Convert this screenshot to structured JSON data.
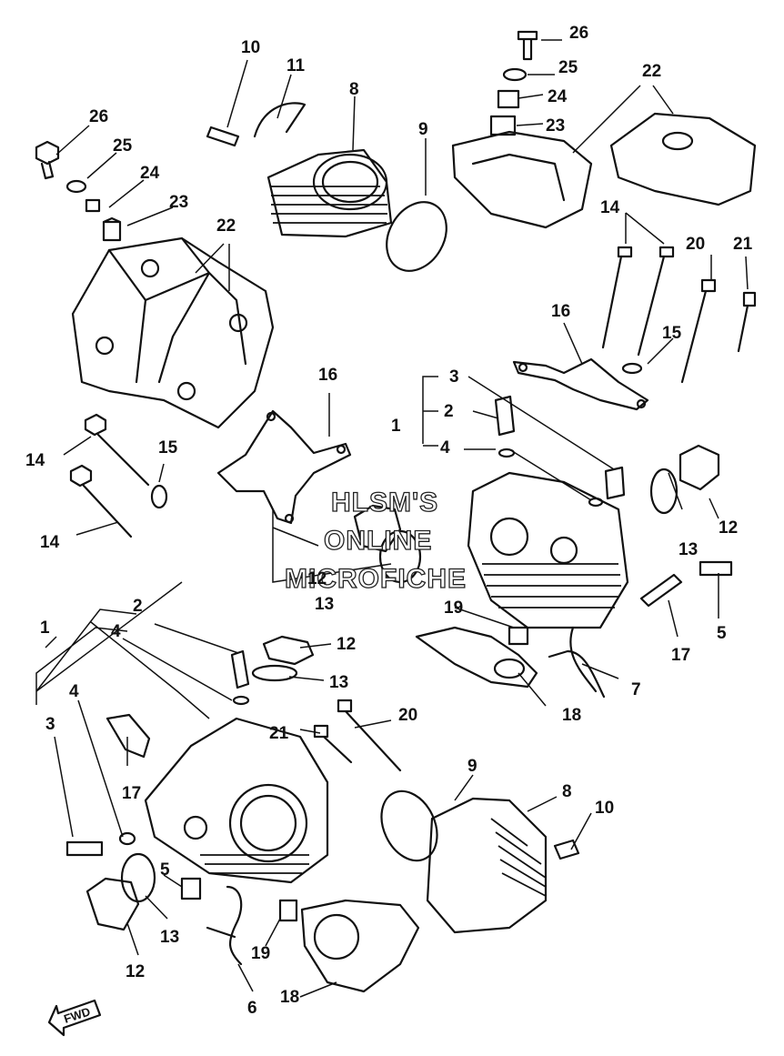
{
  "watermark": {
    "line1": "HLSM'S",
    "line2": "ONLINE",
    "line3": "MICROFICHE"
  },
  "direction_label": "FWD",
  "callouts": {
    "c26a": "26",
    "c25a": "25",
    "c24a": "24",
    "c23a": "23",
    "c22a": "22",
    "c10a": "10",
    "c11": "11",
    "c8a": "8",
    "c9a": "9",
    "c26b": "26",
    "c25b": "25",
    "c24b": "24",
    "c23b": "23",
    "c22b": "22",
    "c14a": "14",
    "c20a": "20",
    "c21a": "21",
    "c16a": "16",
    "c15a": "15",
    "c3a": "3",
    "c2a": "2",
    "c1a": "1",
    "c4a": "4",
    "c13a": "13",
    "c12a": "12",
    "c14b": "14",
    "c15b": "15",
    "c14c": "14",
    "c16b": "16",
    "c12b": "12",
    "c13b": "13",
    "c5a": "5",
    "c19a": "19",
    "c17a": "17",
    "c7": "7",
    "c18a": "18",
    "c2b": "2",
    "c4b": "4",
    "c1b": "1",
    "c12c": "12",
    "c13c": "13",
    "c20b": "20",
    "c21b": "21",
    "c4c": "4",
    "c3b": "3",
    "c17b": "17",
    "c9b": "9",
    "c8b": "8",
    "c10b": "10",
    "c5b": "5",
    "c13d": "13",
    "c12d": "12",
    "c19b": "19",
    "c6": "6",
    "c18b": "18"
  }
}
